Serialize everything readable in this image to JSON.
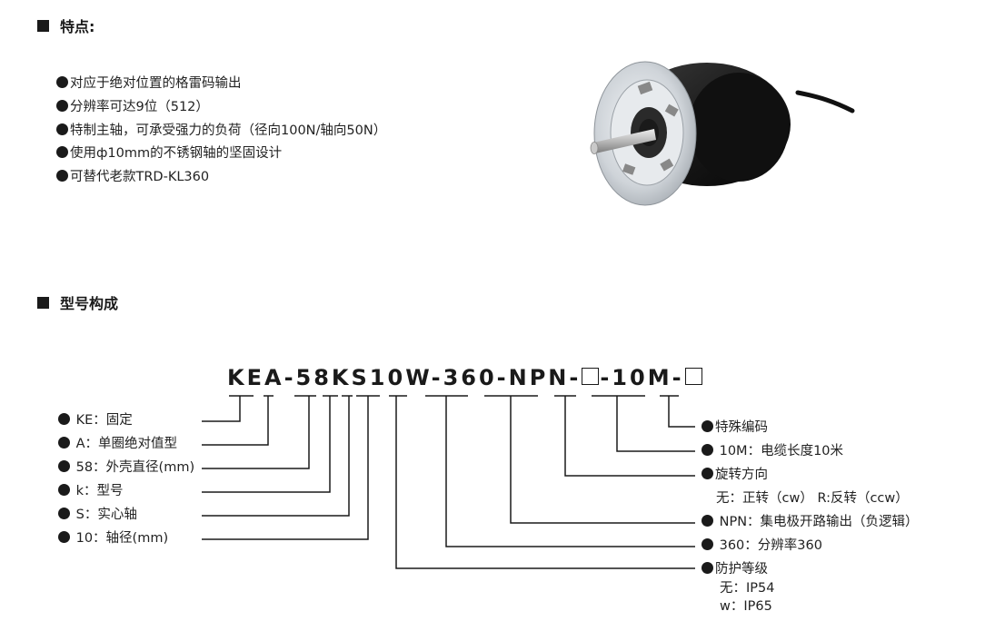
{
  "features_section": {
    "title": "特点:",
    "items": [
      "对应于绝对位置的格雷码输出",
      "分辨率可达9位（512）",
      "特制主轴，可承受强力的负荷（径向100N/轴向50N）",
      "使用ф10mm的不锈钢轴的坚固设计",
      "可替代老款TRD-KL360"
    ]
  },
  "model_section": {
    "title": "型号构成",
    "code_parts": {
      "p1": "KEA-58KS10W-360-NPN-",
      "p2": "-10M-"
    },
    "left_labels": [
      "KE：固定",
      "A：单圈绝对值型",
      "58：外壳直径(mm)",
      "k：型号",
      "S：实心轴",
      "10：轴径(mm)"
    ],
    "right_labels": {
      "special": "特殊编码",
      "cable": "10M：电缆长度10米",
      "rotation": "旋转方向",
      "rotation_detail": "无：正转（cw） R:反转（ccw）",
      "output": "NPN：集电极开路输出（负逻辑）",
      "resolution": "360：分辨率360",
      "protection": "防护等级",
      "protection_none": "无：IP54",
      "protection_w": "w：IP65"
    }
  },
  "colors": {
    "text": "#222222",
    "line": "#1a1a1a",
    "encoder_body": "#1c1c1c",
    "flange": "#d4d8dc"
  }
}
